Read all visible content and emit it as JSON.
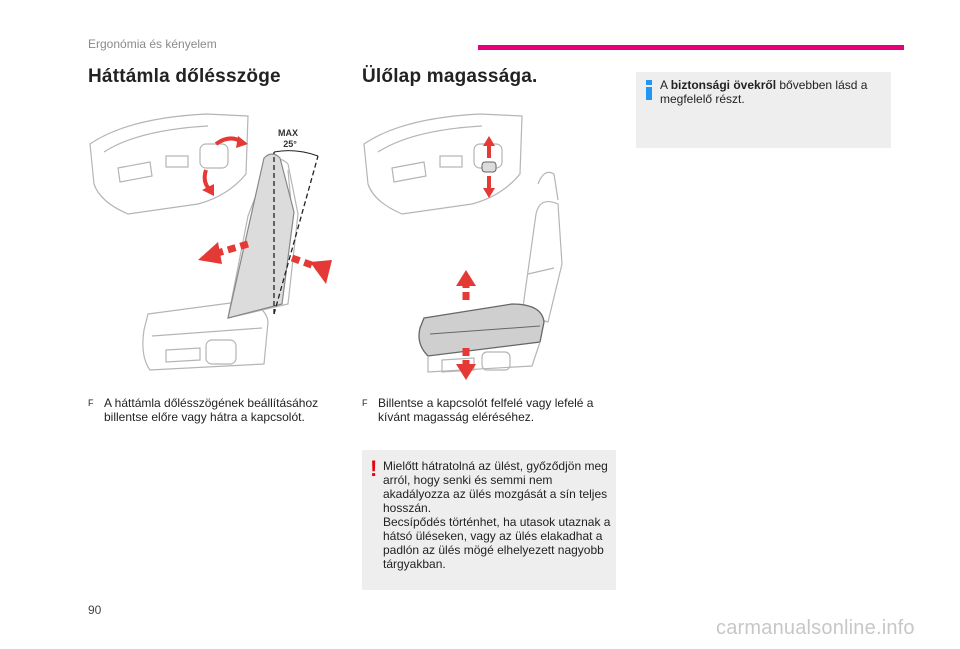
{
  "header": {
    "section_title": "Ergonómia és kényelem",
    "accent_color": "#e6007e"
  },
  "left": {
    "heading": "Háttámla dőlésszöge",
    "illustration": {
      "max_label": "MAX",
      "angle_label": "25°"
    },
    "bullet_marker": "F",
    "bullet_text": "A háttámla dőlésszögének beállításához billentse előre vagy hátra a kapcsolót."
  },
  "middle": {
    "heading": "Ülőlap magassága.",
    "bullet_marker": "F",
    "bullet_text": "Billentse a kapcsolót felfelé vagy lefelé a kívánt magasság eléréséhez.",
    "warning": {
      "icon": "exclamation-icon",
      "text_1": "Mielőtt hátratolná az ülést, győződjön meg arról, hogy senki és semmi nem akadályozza az ülés mozgását a sín teljes hosszán.",
      "text_2": "Becsípődés történhet, ha utasok utaznak a hátsó üléseken, vagy az ülés elakadhat a padlón az ülés mögé elhelyezett nagyobb tárgyakban."
    }
  },
  "right": {
    "info": {
      "icon": "info-icon",
      "prefix": "A ",
      "bold": "biztonsági övekről",
      "suffix": " bővebben lásd a megfelelő részt."
    }
  },
  "footer": {
    "page_number": "90",
    "watermark": "carmanualsonline.info"
  },
  "colors": {
    "arrow_red": "#e53935",
    "line_grey": "#b5b5b5",
    "box_grey": "#eeeeee"
  }
}
